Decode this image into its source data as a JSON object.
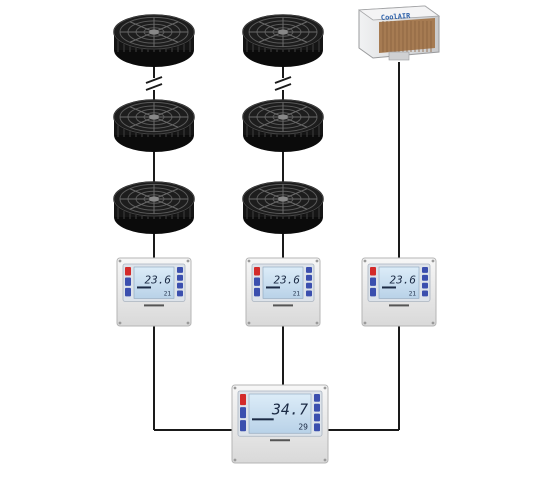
{
  "diagram": {
    "columns": [
      {
        "id": "col1",
        "unit_type": "fan",
        "fans_shown": 3,
        "has_break_marks": true,
        "controller": {
          "reading": "23.6",
          "sub_reading": "21"
        }
      },
      {
        "id": "col2",
        "unit_type": "fan",
        "fans_shown": 3,
        "has_break_marks": true,
        "controller": {
          "reading": "23.6",
          "sub_reading": "21"
        }
      },
      {
        "id": "col3",
        "unit_type": "evaporative-cooler",
        "cooler_brand": "CoolAIR",
        "controller": {
          "reading": "23.6",
          "sub_reading": "21"
        }
      }
    ],
    "master_controller": {
      "reading": "34.7",
      "sub_reading": "29"
    },
    "colors": {
      "wire": "#1a1a1a",
      "fan_body": "#151515",
      "controller_case": "#ececec",
      "lcd_bg": "#c9dff0",
      "lcd_text": "#1b2a44",
      "key_blue": "#3b4fae",
      "key_red": "#d32a2a",
      "cooler_body": "#e3e4e6",
      "cooler_pad": "#a67b52"
    }
  }
}
